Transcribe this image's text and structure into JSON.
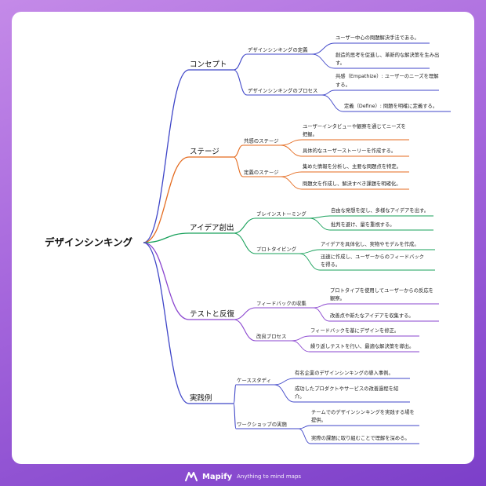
{
  "root": {
    "label": "デザインシンキング"
  },
  "branches": [
    {
      "label": "コンセプト",
      "color": "#3f46c8",
      "subs": [
        {
          "label": "デザインシンキングの定義",
          "leaves": [
            [
              "ユーザー中心の問題解決手法である。"
            ],
            [
              "創造的思考を促進し、革新的な解決策を生み出",
              "す。"
            ]
          ]
        },
        {
          "label": "デザインシンキングのプロセス",
          "leaves": [
            [
              "共感（Empathize）: ユーザーのニーズを理解",
              "する。"
            ],
            [
              "定義（Define）: 問題を明確に定義する。"
            ]
          ]
        }
      ]
    },
    {
      "label": "ステージ",
      "color": "#e46a1e",
      "subs": [
        {
          "label": "共感のステージ",
          "leaves": [
            [
              "ユーザーインタビューや観察を通じてニーズを",
              "把握。"
            ],
            [
              "具体的なユーザーストーリーを作成する。"
            ]
          ]
        },
        {
          "label": "定義のステージ",
          "leaves": [
            [
              "集めた情報を分析し、主要な問題点を特定。"
            ],
            [
              "問題文を作成し、解決すべき課題を明確化。"
            ]
          ]
        }
      ]
    },
    {
      "label": "アイデア創出",
      "color": "#17a05a",
      "subs": [
        {
          "label": "ブレインストーミング",
          "leaves": [
            [
              "自由な発想を促し、多様なアイデアを出す。"
            ],
            [
              "批判を避け、量を重視する。"
            ]
          ]
        },
        {
          "label": "プロトタイピング",
          "leaves": [
            [
              "アイデアを具体化し、実物やモデルを作成。"
            ],
            [
              "迅速に作成し、ユーザーからのフィードバック",
              "を得る。"
            ]
          ]
        }
      ]
    },
    {
      "label": "テストと反復",
      "color": "#8a45cf",
      "subs": [
        {
          "label": "フィードバックの収集",
          "leaves": [
            [
              "プロトタイプを使用してユーザーからの反応を",
              "観察。"
            ],
            [
              "改善点や新たなアイデアを収集する。"
            ]
          ]
        },
        {
          "label": "改良プロセス",
          "leaves": [
            [
              "フィードバックを基にデザインを修正。"
            ],
            [
              "繰り返しテストを行い、最適な解決策を導出。"
            ]
          ]
        }
      ]
    },
    {
      "label": "実践例",
      "color": "#3f46c8",
      "subs": [
        {
          "label": "ケーススタディ",
          "leaves": [
            [
              "有名企業のデザインシンキングの導入事例。"
            ],
            [
              "成功したプロダクトやサービスの改善過程を紹",
              "介。"
            ]
          ]
        },
        {
          "label": "ワークショップの実施",
          "leaves": [
            [
              "チームでのデザインシンキングを実践する場を",
              "提供。"
            ],
            [
              "実際の課題に取り組むことで理解を深める。"
            ]
          ]
        }
      ]
    }
  ],
  "footer": {
    "brand": "Mapify",
    "tagline": "Anything to mind maps"
  }
}
